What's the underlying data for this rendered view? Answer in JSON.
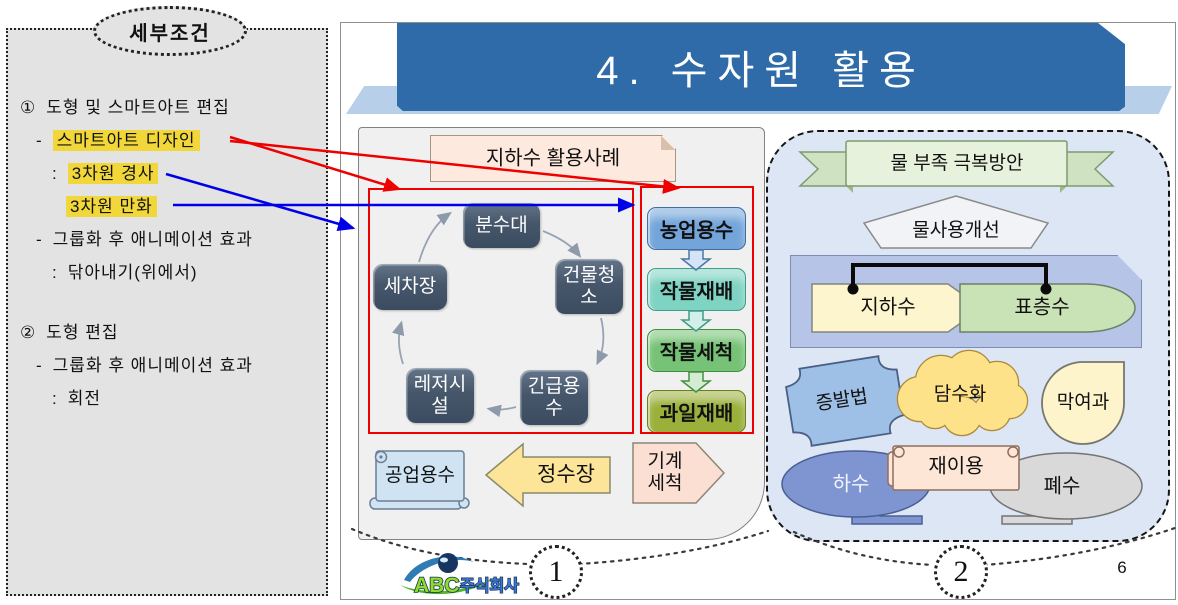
{
  "colors": {
    "highlight": "#f2d73a",
    "red_annotation": "#ee0000",
    "blue_annotation": "#0000e8",
    "title_banner": "#2e6ba8",
    "title_ribbon": "#b7cfe9",
    "cycle_node": "#46566b",
    "right_panel_bg": "#dde6f4"
  },
  "left_panel": {
    "title": "세부조건",
    "lines": [
      {
        "bullet": "①",
        "text": "도형 및 스마트아트 편집",
        "highlight": false
      },
      {
        "bullet": "-",
        "text": "스마트아트 디자인",
        "highlight": true
      },
      {
        "bullet": ":",
        "text": "3차원 경사",
        "highlight": true
      },
      {
        "bullet": "",
        "text": "3차원 만화",
        "highlight": true
      },
      {
        "bullet": "-",
        "text": "그룹화 후 애니메이션 효과",
        "highlight": false
      },
      {
        "bullet": ":",
        "text": "닦아내기(위에서)",
        "highlight": false
      },
      {
        "bullet": "②",
        "text": "도형 편집",
        "highlight": false
      },
      {
        "bullet": "-",
        "text": "그룹화 후 애니메이션 효과",
        "highlight": false
      },
      {
        "bullet": ":",
        "text": "회전",
        "highlight": false
      }
    ]
  },
  "slide": {
    "title": "4. 수자원 활용",
    "page_number": "6",
    "case": {
      "header": "지하수 활용사례",
      "cycle": [
        "분수대",
        "건물청소",
        "긴급용수",
        "레저시설",
        "세차장"
      ],
      "chain": [
        "농업용수",
        "작물재배",
        "작물세척",
        "과일재배"
      ],
      "bottom": [
        "공업용수",
        "정수장",
        "기계세척"
      ]
    },
    "overcome": {
      "banner": "물 부족 극복방안",
      "improve": "물사용개선",
      "sources": [
        "지하수",
        "표층수"
      ],
      "methods": [
        "증발법",
        "담수화",
        "막여과"
      ],
      "reuse": [
        "하수",
        "재이용",
        "폐수"
      ]
    },
    "footer": {
      "logo_abc": "ABC",
      "logo_company": "주식회사",
      "marker1": "1",
      "marker2": "2"
    }
  }
}
